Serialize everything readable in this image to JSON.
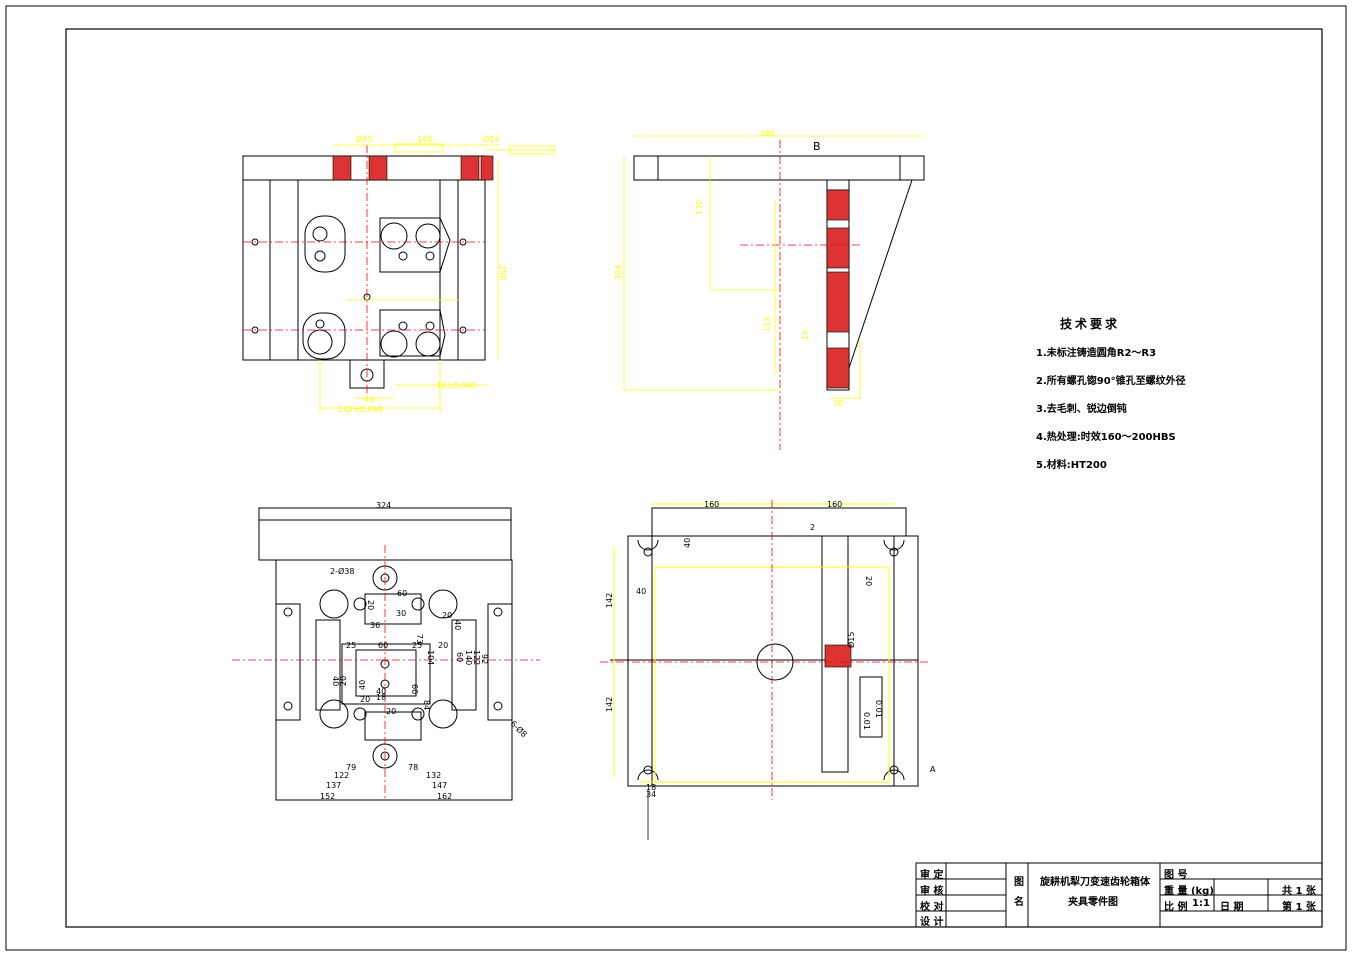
{
  "colors": {
    "outline": "#000000",
    "dimension": "#ffff00",
    "section": "#dd3333",
    "centerline": "#ff0000"
  },
  "tech_requirements": {
    "title": "技术要求",
    "items": [
      "1.未标注铸造圆角R2～R3",
      "2.所有螺孔锪90°锥孔至螺纹外径",
      "3.去毛刺、锐边倒钝",
      "4.热处理:时效160～200HBS",
      "5.材料:HT200"
    ]
  },
  "title_block": {
    "roles": [
      "审 定",
      "审 核",
      "校 对",
      "设 计"
    ],
    "name_label_1": "图",
    "name_label_2": "名",
    "part_title": "旋耕机犁刀变速齿轮箱体",
    "part_subtitle": "夹具零件图",
    "drawing_no_label": "图 号",
    "weight_label": "重 量 (kg)",
    "scale_label": "比 例",
    "scale_value": "1:1",
    "date_label": "日 期",
    "sheets_total": "共 1 张",
    "sheet_no": "第 1 张"
  },
  "dims": {
    "tl_d45": "Ø45",
    "tl_148": "148",
    "tl_d14": "Ø14",
    "tl_250": "250",
    "tl_40tol": "40±0.040",
    "tl_40": "40",
    "tl_142": "142±0.040",
    "tr_380": "380",
    "tr_170": "170",
    "tr_304": "304",
    "tr_113": "113",
    "tr_15": "15",
    "tr_30": "30",
    "bl_324": "324",
    "bl_2d38": "2-Ø38",
    "bl_60a": "60",
    "bl_30": "30",
    "bl_36": "36",
    "bl_40a": "40",
    "bl_73": "73",
    "bl_25a": "25",
    "bl_60b": "60",
    "bl_25b": "25",
    "bl_20a": "20",
    "bl_20b": "20",
    "bl_20c": "20",
    "bl_20d": "20",
    "bl_20e": "20",
    "bl_20f": "20",
    "bl_40b": "40",
    "bl_40c": "40",
    "bl_40d": "40",
    "bl_104": "104",
    "bl_60c": "60",
    "bl_60d": "60",
    "bl_140": "140",
    "bl_122v": "122",
    "bl_92": "92",
    "bl_18": "18",
    "bl_84": "84",
    "bl_6d8": "6-Ø8",
    "bl_79": "79",
    "bl_78": "78",
    "bl_122": "122",
    "bl_132": "132",
    "bl_137": "137",
    "bl_147": "147",
    "bl_152": "152",
    "bl_162": "162",
    "br_160a": "160",
    "br_160b": "160",
    "br_2": "2",
    "br_40a": "40",
    "br_40b": "40",
    "br_20": "20",
    "br_142a": "142",
    "br_142b": "142",
    "br_d15": "Ø15",
    "br_tol1": "0.01",
    "br_tol2": "0.01",
    "br_18": "18",
    "br_34": "34",
    "br_A": "A",
    "tr_B": "B"
  }
}
